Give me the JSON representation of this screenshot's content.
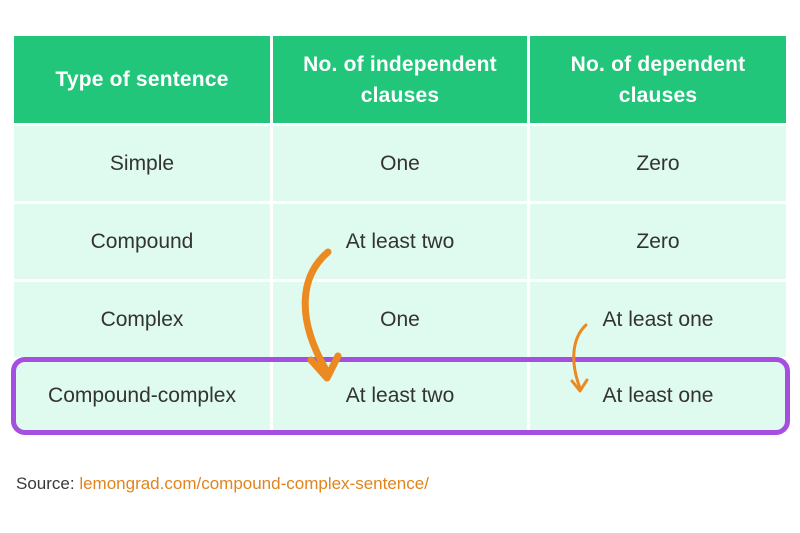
{
  "colors": {
    "header_bg": "#22c67a",
    "body_bg": "#dffaee",
    "highlight_border": "#a64ee0",
    "arrow": "#ec8a22",
    "link": "#e0841e"
  },
  "table": {
    "headers": [
      "Type of sentence",
      "No. of independent clauses",
      "No. of dependent clauses"
    ],
    "rows": [
      [
        "Simple",
        "One",
        "Zero"
      ],
      [
        "Compound",
        "At least two",
        "Zero"
      ],
      [
        "Complex",
        "One",
        "At least one"
      ],
      [
        "Compound-complex",
        "At least two",
        "At least one"
      ]
    ]
  },
  "source": {
    "prefix": "Source: ",
    "link_text": "lemongrad.com/compound-complex-sentence/"
  }
}
